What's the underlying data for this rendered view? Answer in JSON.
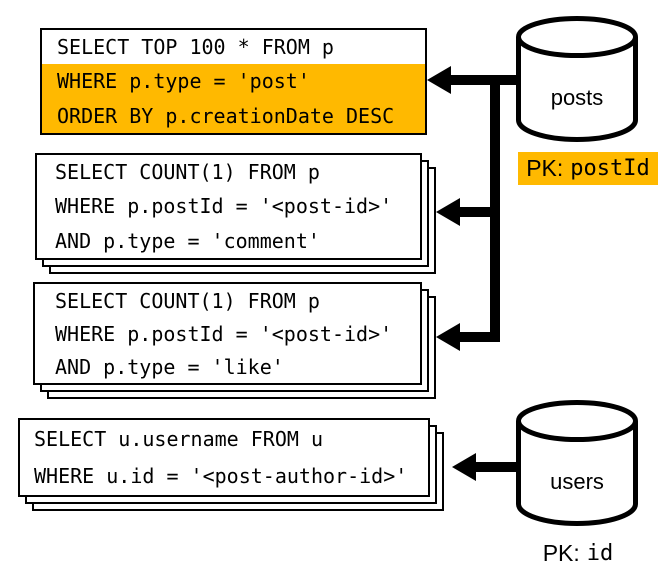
{
  "colors": {
    "highlight": "#FFB900"
  },
  "queries": [
    {
      "lines": [
        {
          "text": "SELECT TOP 100 * FROM p",
          "highlight": false
        },
        {
          "text": "WHERE p.type = 'post'",
          "highlight": true
        },
        {
          "text": "ORDER BY p.creationDate DESC",
          "highlight": true
        }
      ]
    },
    {
      "lines": [
        {
          "text": "SELECT COUNT(1) FROM p",
          "highlight": false
        },
        {
          "text": "WHERE p.postId = '<post-id>'",
          "highlight": false
        },
        {
          "text": "AND p.type = 'comment'",
          "highlight": false
        }
      ]
    },
    {
      "lines": [
        {
          "text": "SELECT COUNT(1) FROM p",
          "highlight": false
        },
        {
          "text": "WHERE p.postId = '<post-id>'",
          "highlight": false
        },
        {
          "text": "AND p.type = 'like'",
          "highlight": false
        }
      ]
    },
    {
      "lines": [
        {
          "text": "SELECT u.username FROM u",
          "highlight": false
        },
        {
          "text": "WHERE u.id = '<post-author-id>'",
          "highlight": false
        }
      ]
    }
  ],
  "databases": [
    {
      "name": "posts",
      "pk_label": "PK:",
      "pk_value": "postId",
      "pk_highlighted": true
    },
    {
      "name": "users",
      "pk_label": "PK:",
      "pk_value": "id",
      "pk_highlighted": false
    }
  ]
}
